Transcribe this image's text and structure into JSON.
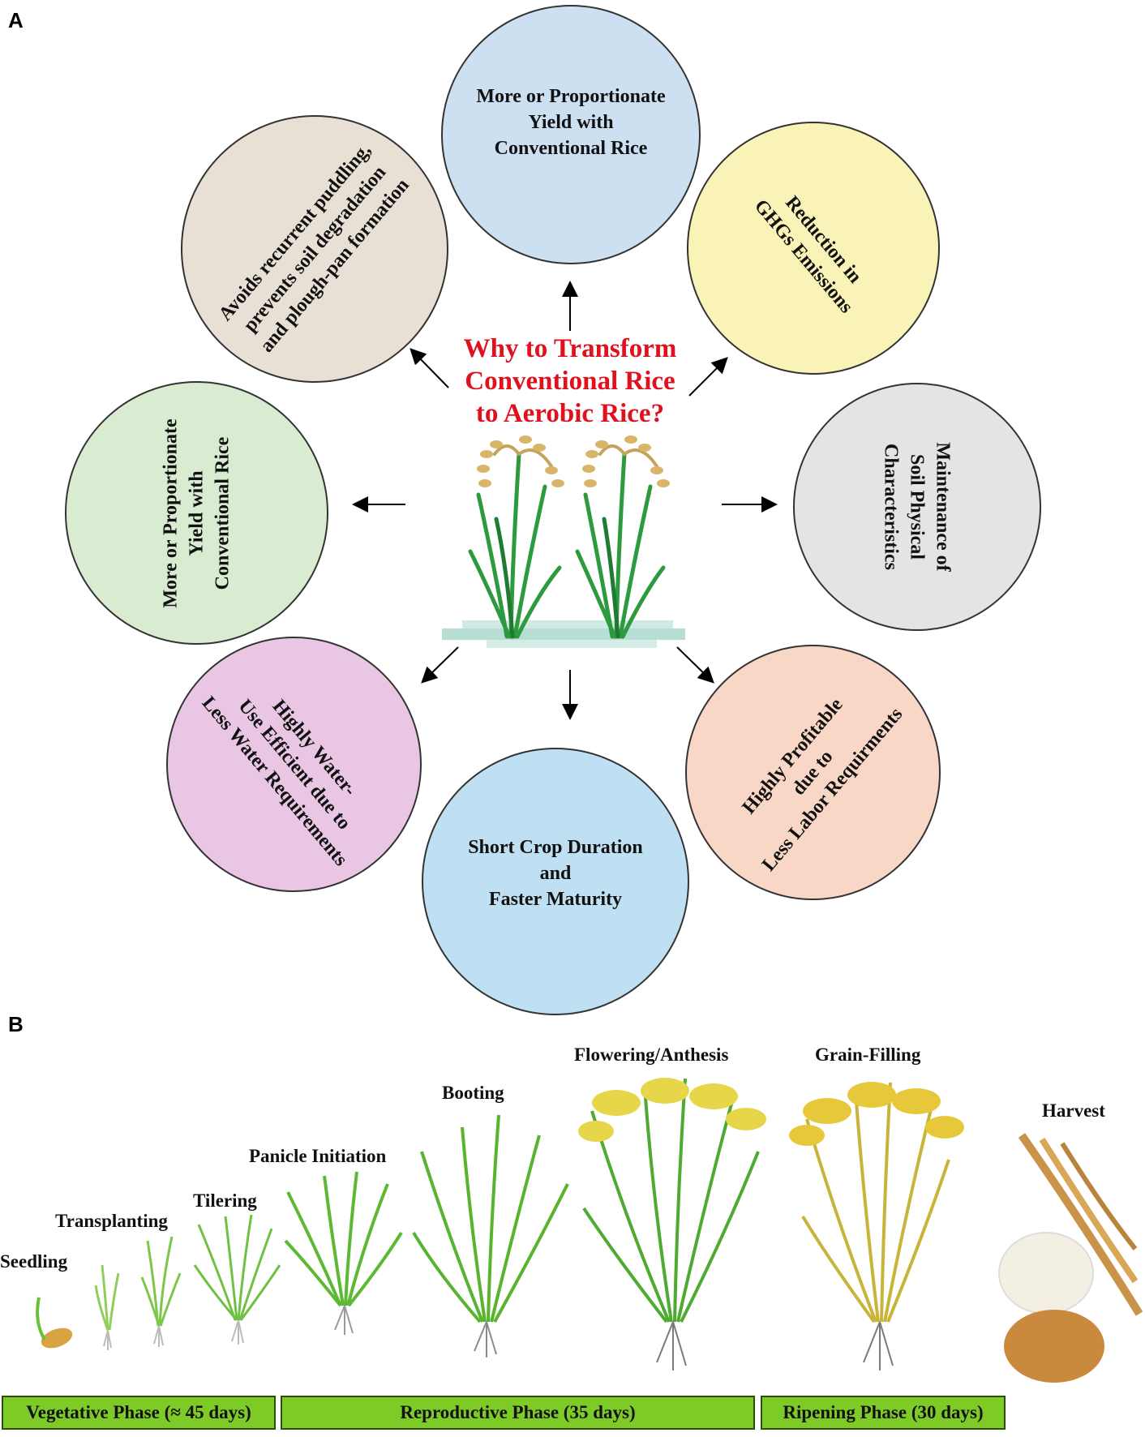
{
  "panel_a": {
    "label": "A",
    "title_lines": [
      "Why to Transform",
      "Conventional Rice",
      "to Aerobic Rice?"
    ],
    "circles": [
      {
        "id": "top",
        "lines": [
          "More or Proportionate",
          "Yield with",
          "Conventional Rice"
        ],
        "fill": "#cde0f2"
      },
      {
        "id": "top-right",
        "lines": [
          "Reduction in",
          "GHGs Emissions"
        ],
        "fill": "#f9f3b8"
      },
      {
        "id": "right",
        "lines": [
          "Maintenance of",
          "Soil Physical",
          "Characteristics"
        ],
        "fill": "#e4e4e4"
      },
      {
        "id": "bottom-right",
        "lines": [
          "Highly Profitable",
          "due to",
          "Less Labor Requirments"
        ],
        "fill": "#f8d7c6"
      },
      {
        "id": "bottom",
        "lines": [
          "Short Crop Duration",
          "and",
          "Faster Maturity"
        ],
        "fill": "#bfe0f3"
      },
      {
        "id": "bottom-left",
        "lines": [
          "Highly Water-",
          "Use Efficient due to",
          "Less Water Requirements"
        ],
        "fill": "#e8c6e4"
      },
      {
        "id": "left",
        "lines": [
          "More or Proportionate",
          "Yield with",
          "Conventional Rice"
        ],
        "fill": "#d9ecd2"
      },
      {
        "id": "top-left",
        "lines": [
          "Avoids recurrent puddling,",
          "prevents soil degradation",
          "and plough-pan formation"
        ],
        "fill": "#e8e0d5"
      }
    ]
  },
  "panel_b": {
    "label": "B",
    "stages": [
      "Seedling",
      "Transplanting",
      "Tilering",
      "Panicle Initiation",
      "Booting",
      "Flowering/Anthesis",
      "Grain-Filling",
      "Harvest"
    ],
    "phases": [
      "Vegetative Phase (≈ 45 days)",
      "Reproductive Phase (35 days)",
      "Ripening Phase (30 days)"
    ],
    "phase_color": "#7ecb28"
  }
}
